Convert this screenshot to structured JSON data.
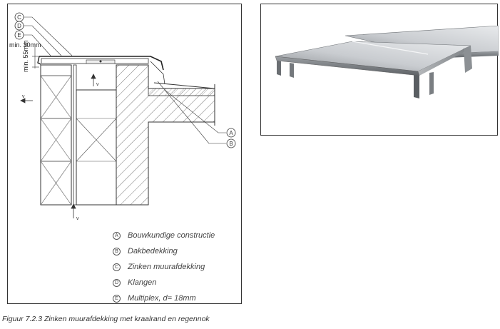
{
  "drawing": {
    "callouts": {
      "c": "C",
      "d": "D",
      "e": "E",
      "a": "A",
      "b": "B"
    },
    "dimensions": {
      "min_30": "min. 30mm",
      "min_55": "min. 55mm"
    },
    "v_labels": [
      "v",
      "v",
      "v"
    ]
  },
  "legend": {
    "items": [
      {
        "letter": "A",
        "text": "Bouwkundige constructie"
      },
      {
        "letter": "B",
        "text": "Dakbedekking"
      },
      {
        "letter": "C",
        "text": "Zinken muurafdekking"
      },
      {
        "letter": "D",
        "text": "Klangen"
      },
      {
        "letter": "E",
        "text": "Multiplex, d= 18mm"
      }
    ]
  },
  "caption": "Figuur 7.2.3 Zinken muurafdekking met kraalrand en regennok",
  "colors": {
    "line": "#333333",
    "metal_light": "#d8dadc",
    "metal_dark": "#6e7276"
  }
}
